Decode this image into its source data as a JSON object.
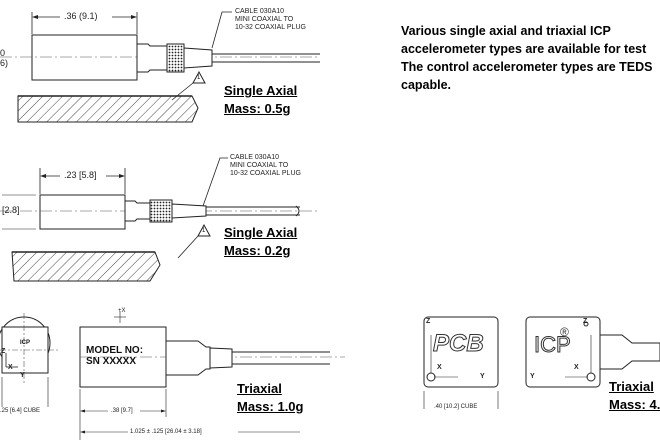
{
  "description": {
    "lines": [
      "Various single axial and triaxial ICP",
      "accelerometer types are available for test",
      "The control accelerometer types are TEDS",
      "capable."
    ]
  },
  "sensor1": {
    "dim_length": ".36  (9.1)",
    "dim_left": "0",
    "dim_left2": "6)",
    "cable_note": "CABLE 030A10\nMINI COAXIAL TO\n10-32 COAXIAL PLUG",
    "note_number": "1",
    "title": "Single Axial",
    "mass": "Mass: 0.5g"
  },
  "sensor2": {
    "dim_length": ".23  [5.8]",
    "dim_left": "[2.8]",
    "cable_note": "CABLE 030A10\nMINI COAXIAL TO\n10-32 COAXIAL PLUG",
    "note_number": "1",
    "title": "Single Axial",
    "mass": "Mass: 0.2g"
  },
  "triaxial1": {
    "top_label": "+X",
    "body_label_1": "MODEL NO:",
    "body_label_2": "SN XXXXX",
    "icp_label": "ICP",
    "axis_z": "Z",
    "axis_x": "X",
    "axis_y": "Y",
    "dim_cube": ".25 [6.4] CUBE",
    "dim_depth": ".38 [9.7]",
    "dim_total": "1.025 ± .125 [26.04 ± 3.18]",
    "title": "Triaxial",
    "mass": "Mass: 1.0g"
  },
  "triaxial2": {
    "brand_1": "PCB",
    "brand_2": "ICP",
    "registered": "®",
    "axis_z": "Z",
    "axis_x": "X",
    "axis_y": "Y",
    "dim_cube": ".40 [10.2] CUBE",
    "title": "Triaxial",
    "mass": "Mass: 4."
  }
}
